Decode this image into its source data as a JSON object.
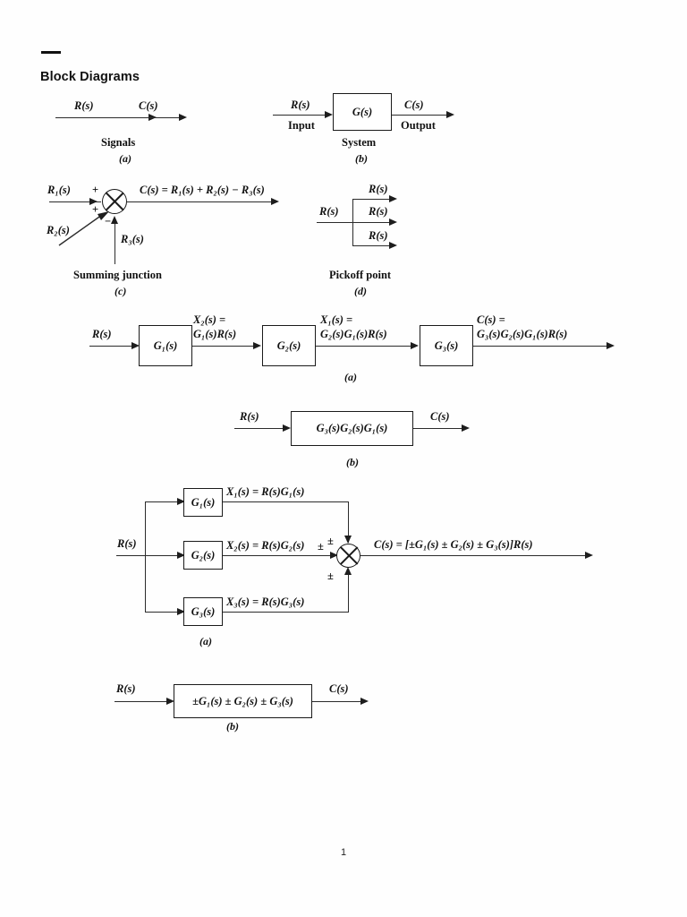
{
  "document": {
    "title": "Block Diagrams",
    "page_number": "1",
    "rule_mark": ""
  },
  "figures": {
    "signals": {
      "caption": "Signals",
      "letter": "(a)",
      "labels": {
        "input_signal": "R(s)",
        "output_signal": "C(s)"
      }
    },
    "system": {
      "caption": "System",
      "letter": "(b)",
      "labels": {
        "input_signal": "R(s)",
        "input_word": "Input",
        "block": "G(s)",
        "output_signal": "C(s)",
        "output_word": "Output"
      }
    },
    "summing_junction": {
      "caption": "Summing junction",
      "letter": "(c)",
      "labels": {
        "input1": "R₁(s)",
        "input2": "R₂(s)",
        "input3": "R₃(s)",
        "equation": "C(s) = R₁(s) + R₂(s) − R₃(s)",
        "sign1": "+",
        "sign2": "+",
        "sign3": "−"
      }
    },
    "pickoff_point": {
      "caption": "Pickoff point",
      "letter": "(d)",
      "labels": {
        "input_signal": "R(s)",
        "branch_top": "R(s)",
        "branch_mid": "R(s)",
        "branch_bottom": "R(s)"
      }
    },
    "cascade": {
      "letter": "(a)",
      "labels": {
        "input_signal": "R(s)",
        "block1": "G₁(s)",
        "block2": "G₂(s)",
        "block3": "G₃(s)",
        "signal1_line1": "X₂(s) =",
        "signal1_line2": "G₁(s)R(s)",
        "signal2_line1": "X₁(s) =",
        "signal2_line2": "G₂(s)G₁(s)R(s)",
        "output_line1": "C(s) =",
        "output_line2": "G₃(s)G₂(s)G₁(s)R(s)"
      }
    },
    "cascade_equivalent": {
      "letter": "(b)",
      "labels": {
        "input_signal": "R(s)",
        "block": "G₃(s)G₂(s)G₁(s)",
        "output_signal": "C(s)"
      }
    },
    "parallel": {
      "letter": "(a)",
      "labels": {
        "input_signal": "R(s)",
        "block1": "G₁(s)",
        "block2": "G₂(s)",
        "block3": "G₃(s)",
        "signal1": "X₁(s) = R(s)G₁(s)",
        "signal2": "X₂(s) = R(s)G₂(s)",
        "signal3": "X₃(s) = R(s)G₃(s)",
        "sign_top": "±",
        "sign_left": "±",
        "sign_bottom": "±",
        "output_equation": "C(s) = [±G₁(s) ± G₂(s) ± G₃(s)]R(s)"
      }
    },
    "parallel_equivalent": {
      "letter": "(b)",
      "labels": {
        "input_signal": "R(s)",
        "block": "±G₁(s) ± G₂(s) ± G₃(s)",
        "output_signal": "C(s)"
      }
    }
  },
  "colors": {
    "ink": "#1a1a1a",
    "paper": "#fefefe",
    "line": "#2b2b2b"
  }
}
